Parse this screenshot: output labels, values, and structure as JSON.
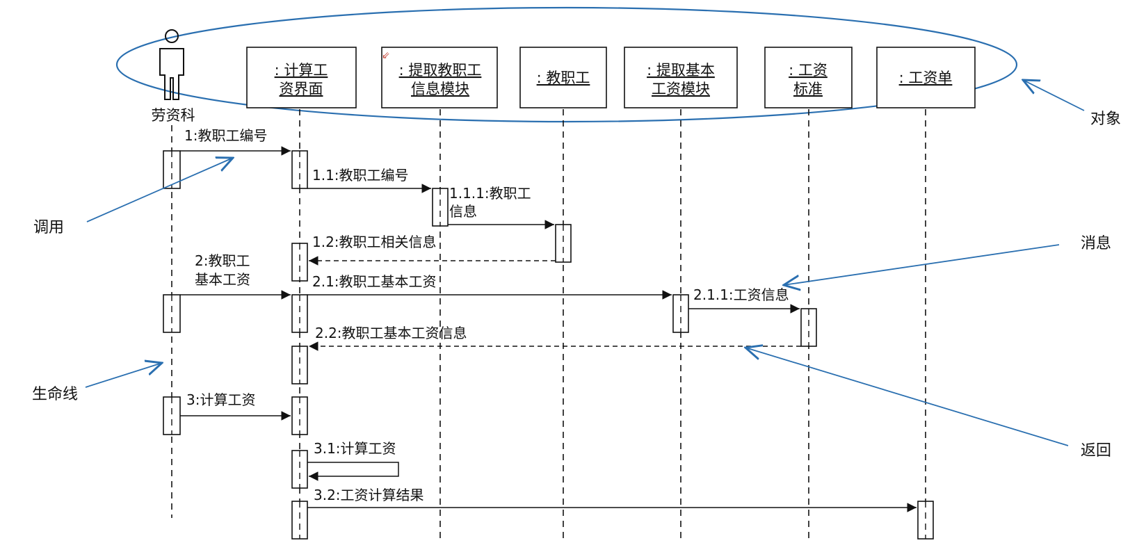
{
  "actor": {
    "name": "劳资科"
  },
  "objects": [
    {
      "id": "ui",
      "lines": [
        ":  计算工",
        "资界面"
      ]
    },
    {
      "id": "fetch",
      "lines": [
        ":  提取教职工",
        "信息模块"
      ]
    },
    {
      "id": "staff",
      "lines": [
        ":  教职工"
      ]
    },
    {
      "id": "basic",
      "lines": [
        ":  提取基本",
        "工资模块"
      ]
    },
    {
      "id": "std",
      "lines": [
        ":  工资",
        "标准"
      ]
    },
    {
      "id": "slip",
      "lines": [
        ":  工资单"
      ]
    }
  ],
  "messages": [
    {
      "id": "m1",
      "lines": [
        "1:教职工编号"
      ]
    },
    {
      "id": "m11",
      "lines": [
        "1.1:教职工编号"
      ]
    },
    {
      "id": "m111",
      "lines": [
        "1.1.1:教职工",
        "信息"
      ]
    },
    {
      "id": "m12",
      "lines": [
        "1.2:教职工相关信息"
      ]
    },
    {
      "id": "m2",
      "lines": [
        "2:教职工",
        "基本工资"
      ]
    },
    {
      "id": "m21",
      "lines": [
        "2.1:教职工基本工资"
      ]
    },
    {
      "id": "m211",
      "lines": [
        "2.1.1:工资信息"
      ]
    },
    {
      "id": "m22",
      "lines": [
        "2.2:教职工基本工资信息"
      ]
    },
    {
      "id": "m3",
      "lines": [
        "3:计算工资"
      ]
    },
    {
      "id": "m31",
      "lines": [
        "3.1:计算工资"
      ]
    },
    {
      "id": "m32",
      "lines": [
        "3.2:工资计算结果"
      ]
    }
  ],
  "annotations": {
    "object": "对象",
    "call": "调用",
    "message": "消息",
    "lifeline": "生命线",
    "return": "返回"
  },
  "colors": {
    "annotation": "#2a6fb0",
    "line": "#111111"
  }
}
